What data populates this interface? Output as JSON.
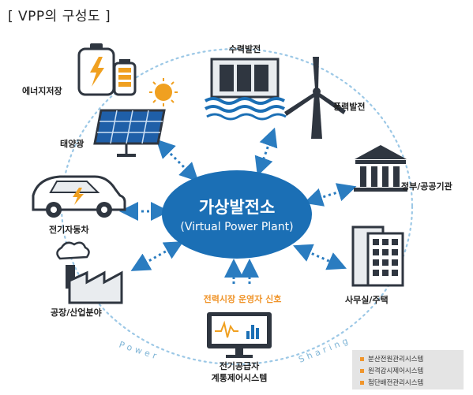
{
  "title": "[ VPP의 구성도 ]",
  "center": {
    "title": "가상발전소",
    "subtitle": "(Virtual Power Plant)"
  },
  "nodes": {
    "hydro": "수력발전",
    "wind": "풍력발전",
    "government": "정부/공공기관",
    "office": "사무실/주택",
    "control_line1": "전기공급자",
    "control_line2": "계통제어시스템",
    "factory": "공장/산업분야",
    "ev": "전기자동차",
    "solar": "태양광",
    "storage": "에너지저장"
  },
  "signal_label": "전력시장 운영자 신호",
  "arc_words": {
    "left": "Power",
    "right": "Sharing"
  },
  "legend": [
    "분산전원관리시스템",
    "원격감시제어시스템",
    "첨단배전관리시스템"
  ],
  "colors": {
    "center": "#1b6fb5",
    "arrow": "#2a7cc0",
    "ring": "#9cc8e6",
    "accent": "#f0952b",
    "icon": "#2f3640"
  }
}
